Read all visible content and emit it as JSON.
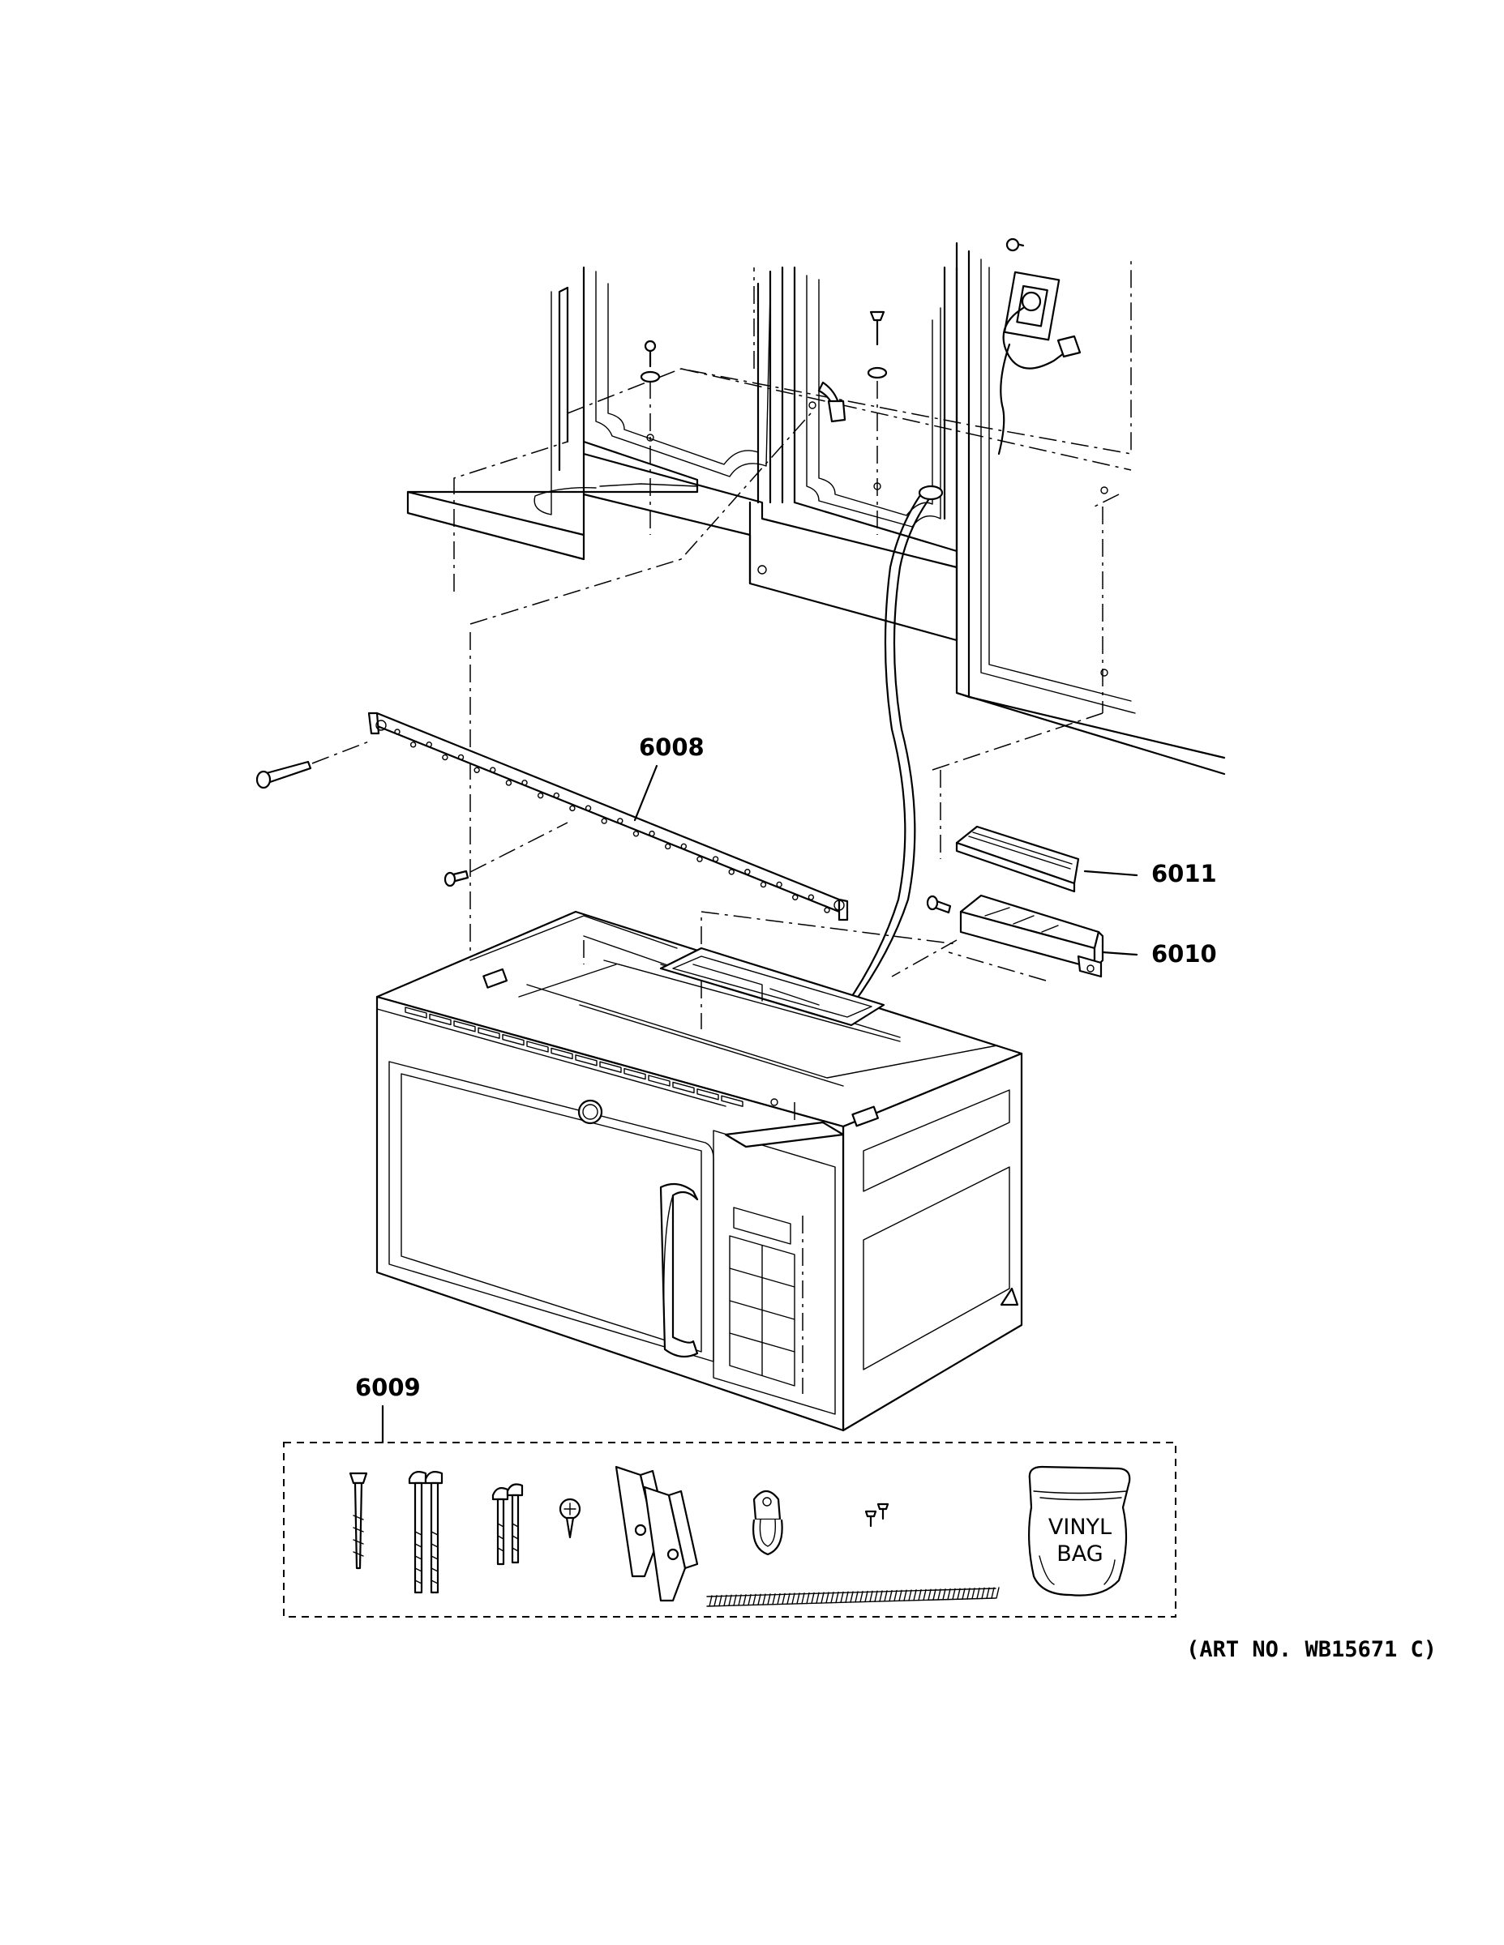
{
  "callouts": {
    "bracket": "6008",
    "hardware_kit": "6009",
    "duct_box": "6010",
    "duct_cover": "6011"
  },
  "vinyl_bag": {
    "line1": "VINYL",
    "line2": "BAG"
  },
  "art_number": "(ART NO. WB15671 C)"
}
